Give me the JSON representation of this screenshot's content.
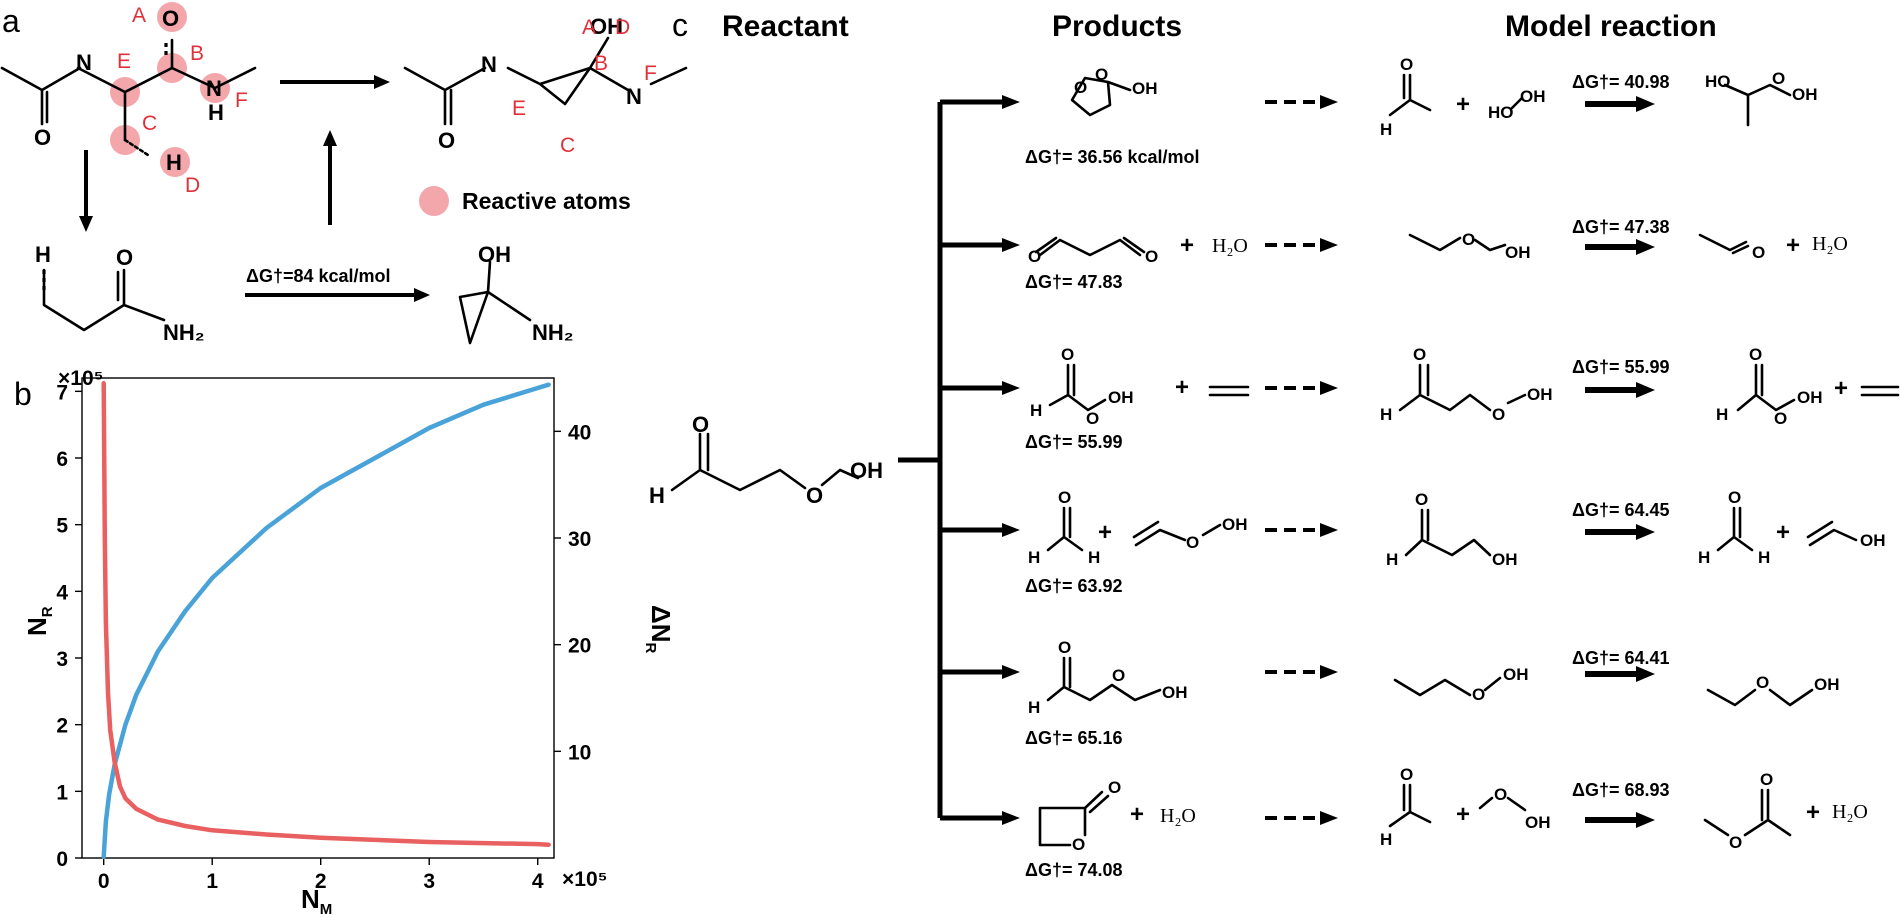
{
  "panel_labels": {
    "a": "a",
    "b": "b",
    "c": "c"
  },
  "panel_a": {
    "atom_labels": [
      "A",
      "B",
      "C",
      "D",
      "E",
      "F"
    ],
    "legend": "Reactive atoms",
    "barrier": "ΔG†=84 kcal/mol",
    "atoms": {
      "O": "O",
      "N": "N",
      "H": "H",
      "OH": "OH",
      "NH2": "NH₂"
    }
  },
  "panel_c": {
    "headers": {
      "reactant": "Reactant",
      "products": "Products",
      "model": "Model reaction"
    },
    "product_barriers": [
      "ΔG†= 36.56 kcal/mol",
      "ΔG†= 47.83",
      "ΔG†= 55.99",
      "ΔG†= 63.92",
      "ΔG†= 65.16",
      "ΔG†= 74.08"
    ],
    "model_barriers": [
      "ΔG†= 40.98",
      "ΔG†= 47.38",
      "ΔG†= 55.99",
      "ΔG†= 64.45",
      "ΔG†= 64.41",
      "ΔG†= 68.93"
    ],
    "plus": "+",
    "water": "H₂O"
  },
  "chart_data": {
    "type": "line",
    "x_multiplier": "×10⁵",
    "y_multiplier": "×10⁵",
    "xlabel": "N_M",
    "ylabel": "N_R",
    "y2label": "ΔN_R",
    "xlim": [
      -0.2,
      4.15
    ],
    "ylim": [
      0,
      7.2
    ],
    "y2lim": [
      0,
      45
    ],
    "x_ticks": [
      0,
      1,
      2,
      3,
      4
    ],
    "y_ticks": [
      0,
      1,
      2,
      3,
      4,
      5,
      6,
      7
    ],
    "y2_ticks": [
      10,
      20,
      30,
      40
    ],
    "series": [
      {
        "name": "N_R",
        "color": "#4aa3d8",
        "axis": "left",
        "x": [
          0,
          0.02,
          0.05,
          0.1,
          0.2,
          0.3,
          0.5,
          0.75,
          1.0,
          1.5,
          2.0,
          2.5,
          3.0,
          3.5,
          4.0,
          4.1
        ],
        "y": [
          0.02,
          0.55,
          0.95,
          1.4,
          2.0,
          2.45,
          3.1,
          3.7,
          4.2,
          4.95,
          5.55,
          6.0,
          6.45,
          6.8,
          7.05,
          7.1
        ]
      },
      {
        "name": "ΔN_R",
        "color": "#e8605f",
        "axis": "right",
        "x": [
          0,
          0.01,
          0.02,
          0.04,
          0.06,
          0.1,
          0.15,
          0.2,
          0.3,
          0.5,
          0.75,
          1.0,
          1.5,
          2.0,
          2.5,
          3.0,
          3.5,
          4.0,
          4.1
        ],
        "y": [
          44.5,
          30,
          22,
          15.5,
          12,
          9,
          6.7,
          5.6,
          4.6,
          3.6,
          3.0,
          2.6,
          2.2,
          1.9,
          1.7,
          1.5,
          1.4,
          1.3,
          1.25
        ]
      }
    ]
  }
}
